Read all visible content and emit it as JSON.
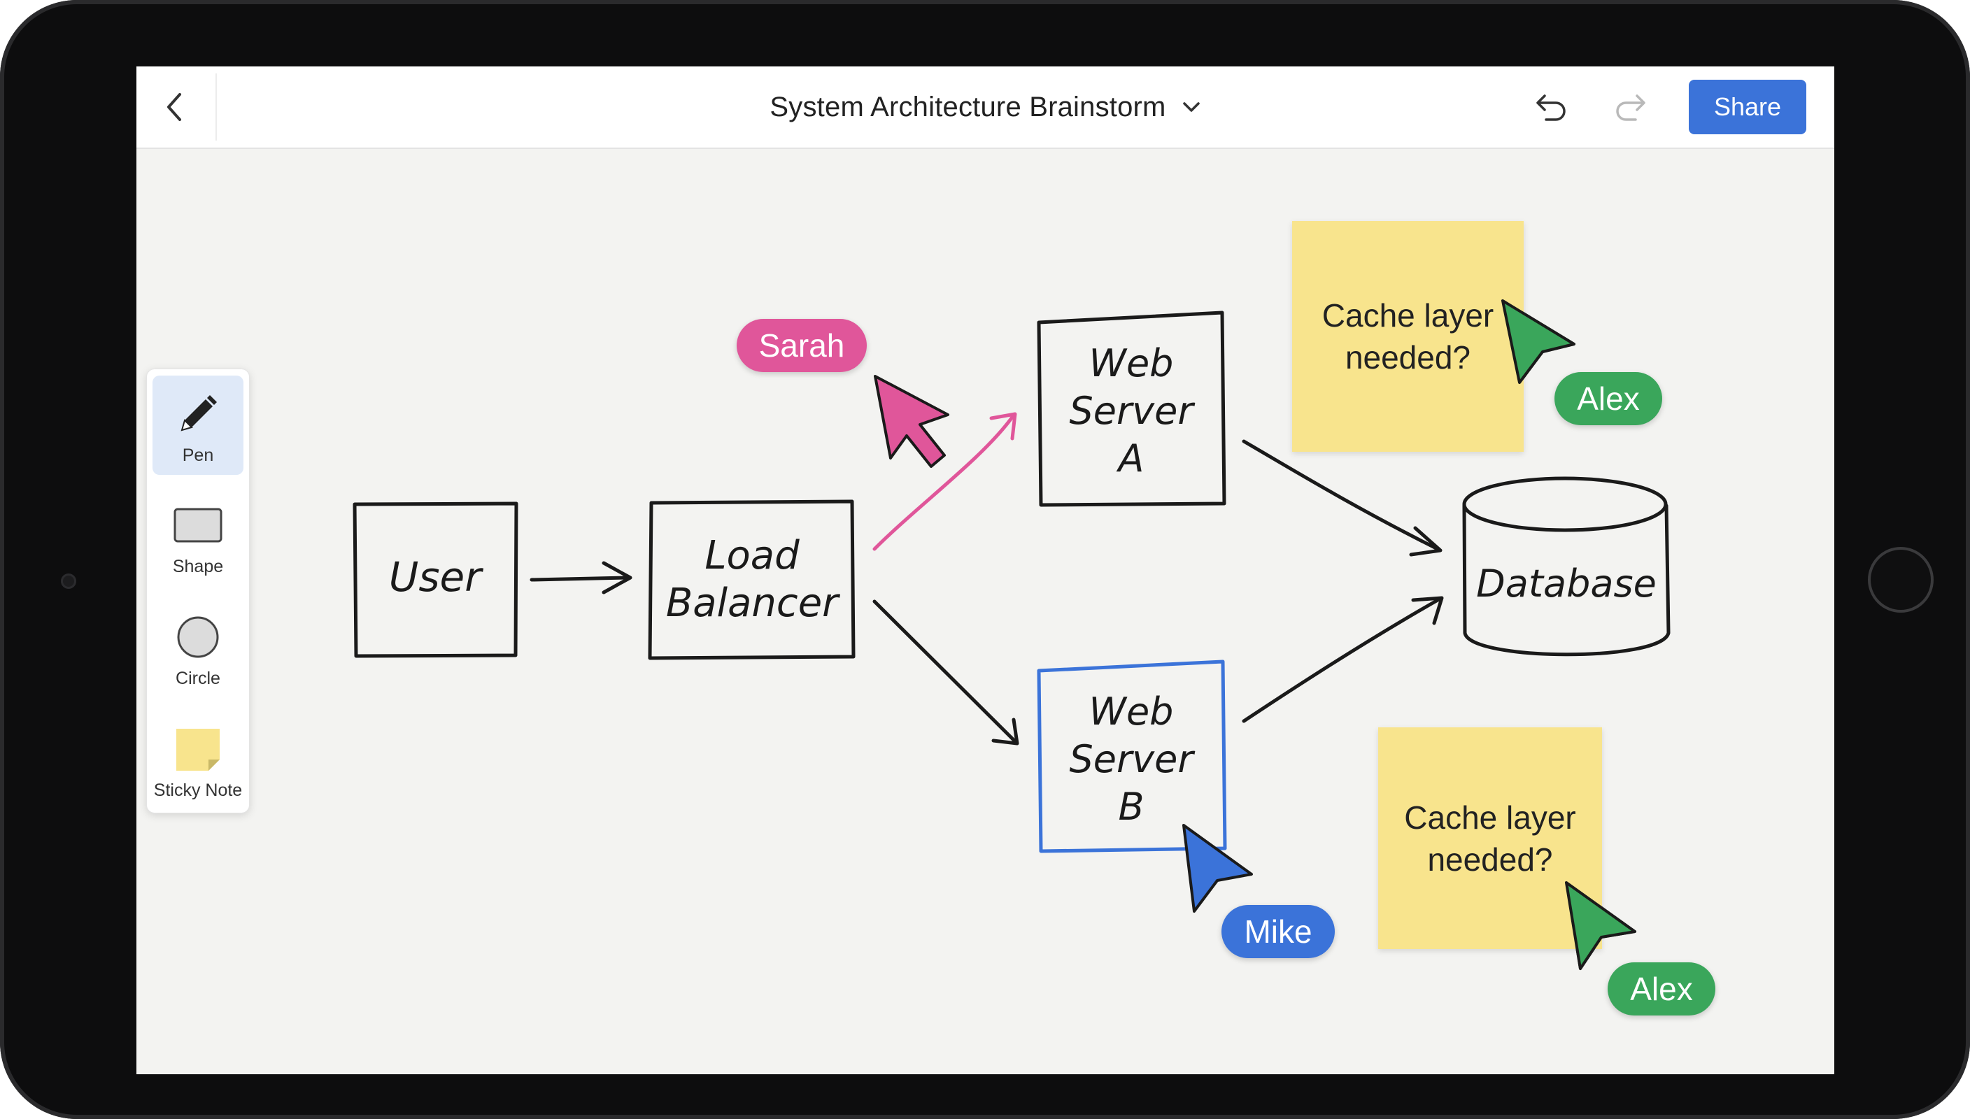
{
  "app": {
    "title": "System Architecture Brainstorm",
    "share_label": "Share",
    "accent_color": "#3b73d9"
  },
  "header": {
    "back_icon": "chevron-left-icon",
    "title_dropdown_icon": "chevron-down-icon",
    "undo_icon": "undo-icon",
    "redo_icon": "redo-icon"
  },
  "toolbar": {
    "tools": [
      {
        "label": "Pen",
        "icon": "pen-icon",
        "active": true
      },
      {
        "label": "Shape",
        "icon": "rectangle-icon",
        "active": false
      },
      {
        "label": "Circle",
        "icon": "circle-icon",
        "active": false
      },
      {
        "label": "Sticky Note",
        "icon": "sticky-note-icon",
        "active": false
      }
    ]
  },
  "diagram": {
    "nodes": {
      "user": "User",
      "load_balancer_line1": "Load",
      "load_balancer_line2": "Balancer",
      "web_a_line1": "Web",
      "web_a_line2": "Server",
      "web_a_line3": "A",
      "web_b_line1": "Web",
      "web_b_line2": "Server",
      "web_b_line3": "B",
      "database": "Database"
    },
    "sticky_notes": [
      {
        "text": "Cache layer\nneeded?",
        "color": "#f8e48d"
      },
      {
        "text": "Cache layer\nneeded?",
        "color": "#f8e48d"
      }
    ]
  },
  "collaborators": [
    {
      "name": "Sarah",
      "color": "#e0569a"
    },
    {
      "name": "Alex",
      "color": "#3aa65b"
    },
    {
      "name": "Mike",
      "color": "#3b73d9"
    },
    {
      "name": "Alex",
      "color": "#3aa65b"
    }
  ]
}
